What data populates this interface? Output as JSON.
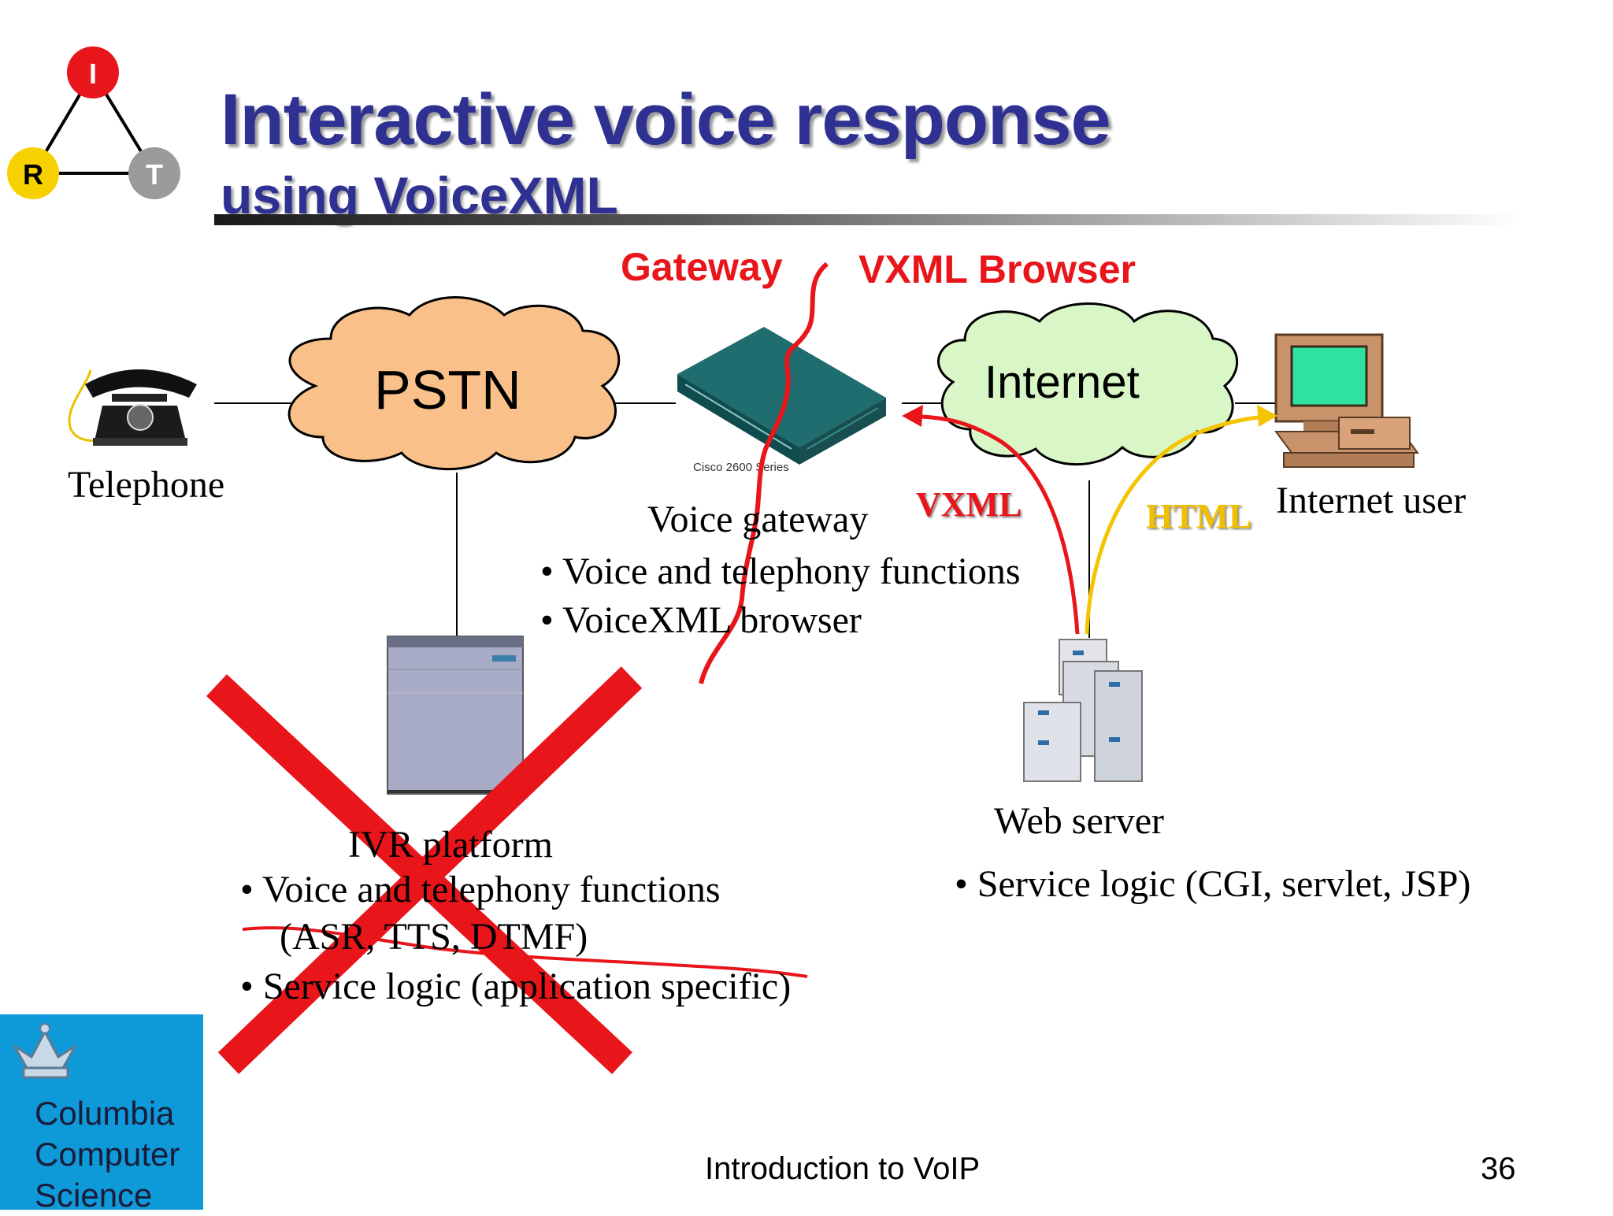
{
  "slide": {
    "title": "Interactive voice response",
    "subtitle": "using VoiceXML",
    "footer_text": "Introduction to VoIP",
    "page_number": "36"
  },
  "logo": {
    "letters": [
      "I",
      "R",
      "T"
    ],
    "institution_lines": [
      "Columbia",
      "Computer",
      "Science"
    ]
  },
  "diagram": {
    "gateway_label": "Gateway",
    "vxml_browser_label": "VXML Browser",
    "pstn_label": "PSTN",
    "internet_label": "Internet",
    "telephone_label": "Telephone",
    "internet_user_label": "Internet user",
    "voice_gateway_label": "Voice gateway",
    "device_model": "Cisco 2600 Series",
    "vxml_arrow_label": "VXML",
    "html_arrow_label": "HTML",
    "gateway_bullets": [
      "Voice and telephony functions",
      "VoiceXML browser"
    ],
    "web_server_label": "Web server",
    "web_server_bullets": [
      "Service logic (CGI, servlet, JSP)"
    ],
    "ivr_label": "IVR platform",
    "ivr_bullets": [
      "Voice and telephony functions",
      "(ASR, TTS, DTMF)",
      "Service logic (application specific)"
    ]
  },
  "colors": {
    "title": "#2e3192",
    "annotation_red": "#e8151b",
    "html_arrow": "#f5c400",
    "pstn_cloud": "#f9c08a",
    "internet_cloud": "#d9f7c6"
  }
}
